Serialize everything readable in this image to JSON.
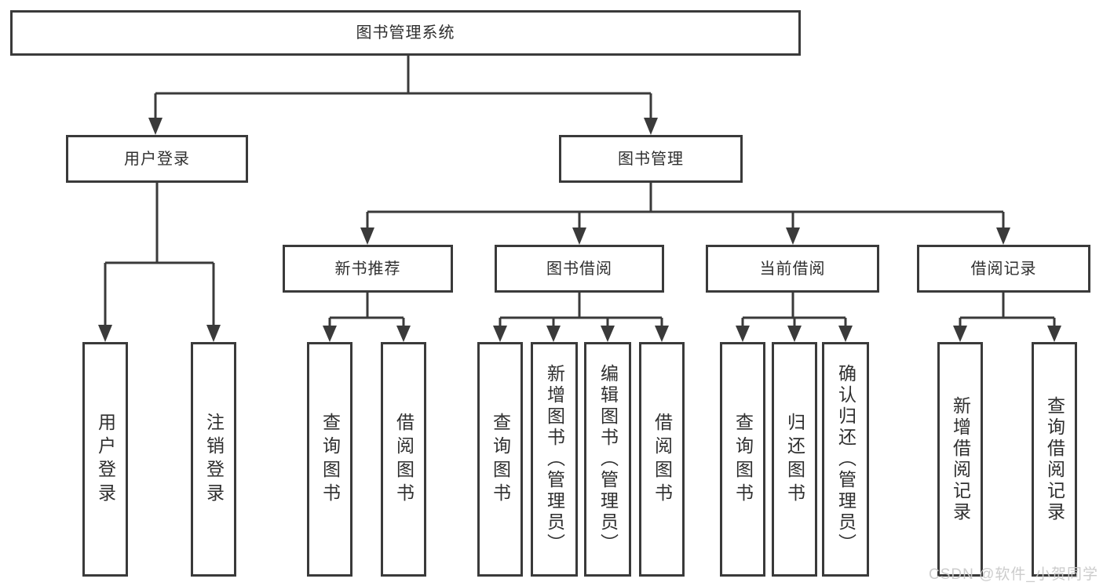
{
  "tree": {
    "root": {
      "label": "图书管理系统"
    },
    "branches": [
      {
        "label": "用户登录",
        "children": [
          {
            "label": "用户登录"
          },
          {
            "label": "注销登录"
          }
        ]
      },
      {
        "label": "图书管理",
        "children": [
          {
            "label": "新书推荐",
            "children": [
              {
                "label": "查询图书"
              },
              {
                "label": "借阅图书"
              }
            ]
          },
          {
            "label": "图书借阅",
            "children": [
              {
                "label": "查询图书"
              },
              {
                "label": "新增图书（管理员）"
              },
              {
                "label": "编辑图书（管理员）"
              },
              {
                "label": "借阅图书"
              }
            ]
          },
          {
            "label": "当前借阅",
            "children": [
              {
                "label": "查询图书"
              },
              {
                "label": "归还图书"
              },
              {
                "label": "确认归还（管理员）"
              }
            ]
          },
          {
            "label": "借阅记录",
            "children": [
              {
                "label": "新增借阅记录"
              },
              {
                "label": "查询借阅记录"
              }
            ]
          }
        ]
      }
    ]
  },
  "watermark": {
    "text": "CSDN @软件_小贺同学"
  },
  "colors": {
    "line": "#3a3a3a",
    "text": "#2f2f2f",
    "background": "#ffffff",
    "watermark": "#c9c9c9"
  }
}
